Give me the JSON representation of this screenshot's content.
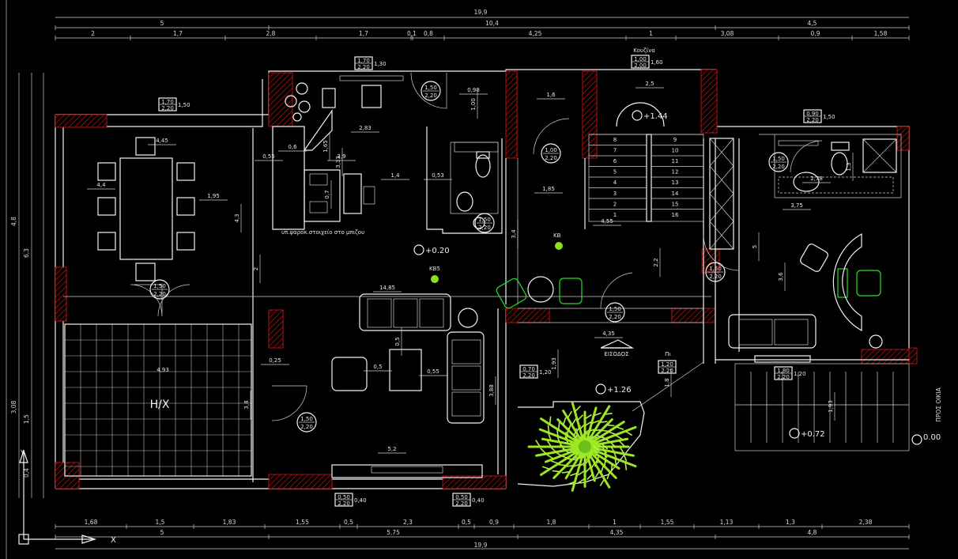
{
  "drawing": {
    "room_label_hx": "Η/Χ",
    "entrance_label": "ΕΙΣΟΔΟΣ",
    "toward_house_label": "ΠΡΟΣ ΟΙΚΙΑ",
    "kitchen_label": "Κουζίνα",
    "shelf_note": "υπ.ψαροκ.στοιχείο στο μπιζου",
    "pi_label": "Πι",
    "kb_label": "ΚΒ",
    "kv5_label": "ΚΒ5"
  },
  "levels": {
    "lvl_044": "+0.20",
    "lvl_144": "+1.44",
    "lvl_126": "+1.26",
    "lvl_072": "+0.72",
    "lvl_000": "0.00"
  },
  "top_dims": {
    "overall": "19,9",
    "row2": [
      "5",
      "10,4",
      "4,5"
    ],
    "row3": [
      "2",
      "1,7",
      "2,8",
      "1,7",
      "0,1",
      "0,8",
      "4,25",
      "1",
      "3,08",
      "0,9",
      "1,58"
    ]
  },
  "bottom_dims": {
    "overall": "19,9",
    "row2": [
      "5",
      "5,75",
      "4,35",
      "4,8"
    ],
    "row1": [
      "1,68",
      "1,5",
      "1,83",
      "1,55",
      "0,5",
      "2,3",
      "0,5",
      "0,9",
      "1,8",
      "1",
      "1,55",
      "1,13",
      "1,3",
      "2,38"
    ]
  },
  "left_dims": [
    "4,8",
    "6,3",
    "3,08",
    "1,5",
    "0,4"
  ],
  "windows": [
    {
      "w": "1,70",
      "h": "2,20",
      "s": "1,30"
    },
    {
      "w": "1,70",
      "h": "2,20",
      "s": "1,50"
    },
    {
      "w": "1,00",
      "h": "2,00",
      "s": "1,60"
    },
    {
      "w": "0,90",
      "h": "2,20",
      "s": "1,50"
    },
    {
      "w": "0,70",
      "h": "2,20",
      "s": "1,20"
    },
    {
      "w": "1,80",
      "h": "2,20",
      "s": "1,20"
    },
    {
      "w": "0,50",
      "h": "2,20",
      "s": "0,40"
    },
    {
      "w": "0,50",
      "h": "2,20",
      "s": "0,40"
    },
    {
      "w": "1,20",
      "h": "2,20",
      "s": ""
    }
  ],
  "doors": [
    {
      "w": "1,50",
      "h": "2,20"
    },
    {
      "w": "1,00",
      "h": "2,20"
    },
    {
      "w": "1,50",
      "h": "2,20"
    },
    {
      "w": "1,50",
      "h": "2,20"
    },
    {
      "w": "1,50",
      "h": "2,20"
    },
    {
      "w": "1,50",
      "h": "2,20"
    },
    {
      "w": "1,50",
      "h": "2,20"
    },
    {
      "w": "1,50",
      "h": "2,20"
    }
  ],
  "inner_dims": [
    "4,45",
    "1,95",
    "0,55",
    "0,6",
    "1,65",
    "3,33",
    "2,83",
    "1,4",
    "0,53",
    "0,98",
    "1,00",
    "1,6",
    "1,85",
    "2,5",
    "4,55",
    "2,2",
    "4,3",
    "2",
    "14,85",
    "0,5",
    "0,5",
    "0,55",
    "0,25",
    "3,8",
    "5,2",
    "4,35",
    "1,93",
    "1,8",
    "3,88",
    "2,78",
    "3,75",
    "5",
    "3,6",
    "1,93",
    "1,3",
    "0,7",
    "4,4",
    "3,9",
    "3,4"
  ],
  "stairs": [
    "1",
    "2",
    "3",
    "4",
    "5",
    "6",
    "7",
    "8",
    "9",
    "10",
    "11",
    "12",
    "13",
    "14",
    "15",
    "16"
  ],
  "colors": {
    "background": "#000000",
    "lines": "#f2f2f2",
    "walls": "#e01515",
    "furniture_accent": "#27e027",
    "plant": "#9be622"
  }
}
